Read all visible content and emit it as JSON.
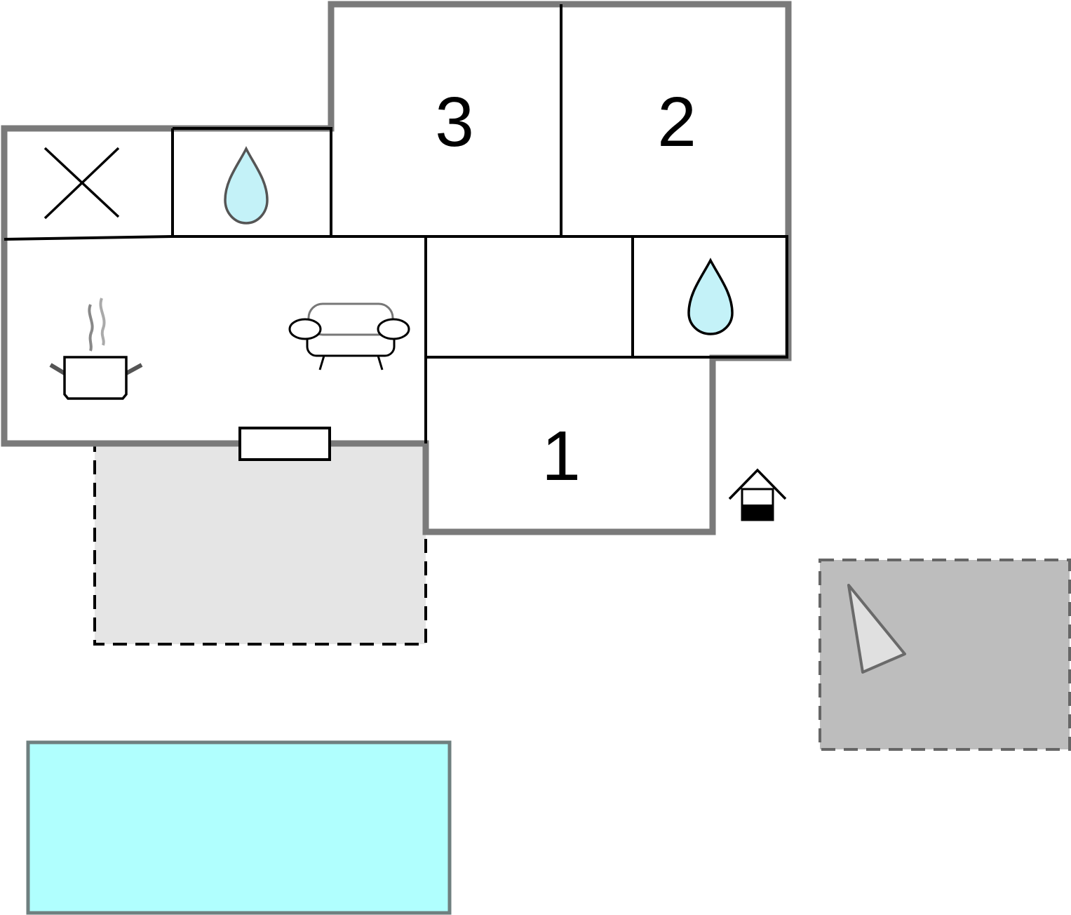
{
  "floorplan": {
    "rooms": {
      "bedroom_1": {
        "label": "1"
      },
      "bedroom_2": {
        "label": "2"
      },
      "bedroom_3": {
        "label": "3"
      }
    },
    "icons": [
      "x-mark-icon",
      "water-drop-icon",
      "cooking-pot-icon",
      "sofa-icon",
      "entrance-house-icon",
      "parasol-icon"
    ],
    "areas": [
      "terrace",
      "pool",
      "garden-area"
    ],
    "colors": {
      "outer_wall": "#7a7a7a",
      "inner_wall": "#000000",
      "water_drop": "#c4f2f8",
      "terrace": "#e5e5e5",
      "garden_area": "#bdbdbd",
      "pool": "#b0fffe",
      "pool_border": "#6f7f7f"
    }
  }
}
